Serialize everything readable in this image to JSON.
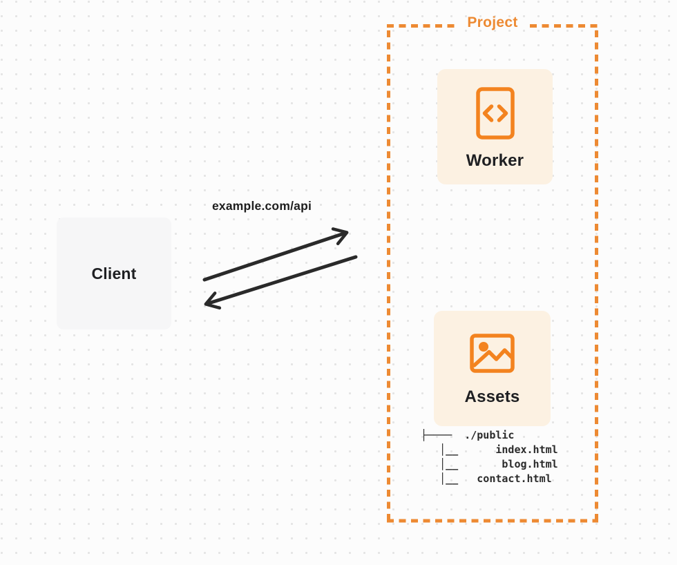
{
  "page": {
    "background_color": "#FCFCFC",
    "dot_color": "#E4E4E4"
  },
  "client": {
    "label": "Client"
  },
  "request": {
    "label": "example.com/api",
    "arrow_color": "#2A2A2A"
  },
  "project": {
    "label": "Project",
    "accent_color": "#ED8A33",
    "icon_color": "#F3831F",
    "card_background": "#FCF1E2",
    "nodes": [
      {
        "label": "Worker",
        "icon": "code-file-icon"
      },
      {
        "label": "Assets",
        "icon": "image-icon"
      }
    ],
    "file_tree": {
      "root": "./public",
      "files": [
        "index.html",
        "blog.html",
        "contact.html"
      ],
      "lines": [
        "├────  ./public",
        "   │__      index.html",
        "   │__       blog.html",
        "   │__   contact.html"
      ]
    }
  }
}
